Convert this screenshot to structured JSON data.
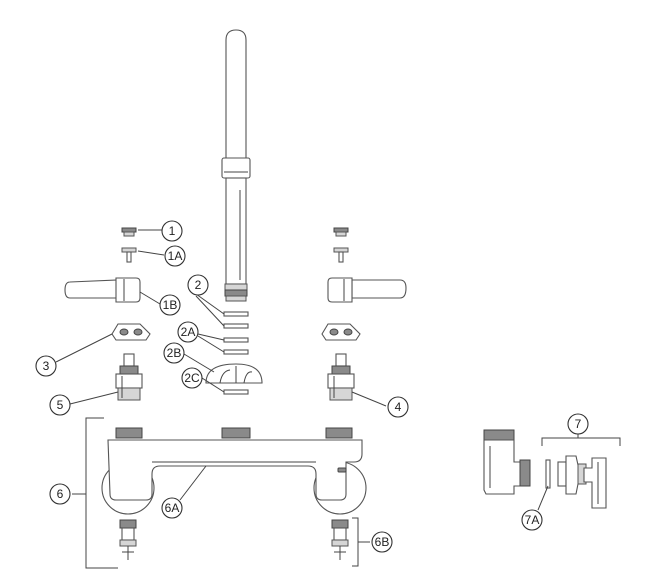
{
  "callouts": {
    "c1": "1",
    "c1a": "1A",
    "c1b": "1B",
    "c2": "2",
    "c2a": "2A",
    "c2b": "2B",
    "c2c": "2C",
    "c3": "3",
    "c4": "4",
    "c5": "5",
    "c6": "6",
    "c6a": "6A",
    "c6b": "6B",
    "c7": "7",
    "c7a": "7A"
  },
  "colors": {
    "stroke": "#555555",
    "dark_fill": "#8a8a8a",
    "light_fill": "#d6d6d6"
  }
}
